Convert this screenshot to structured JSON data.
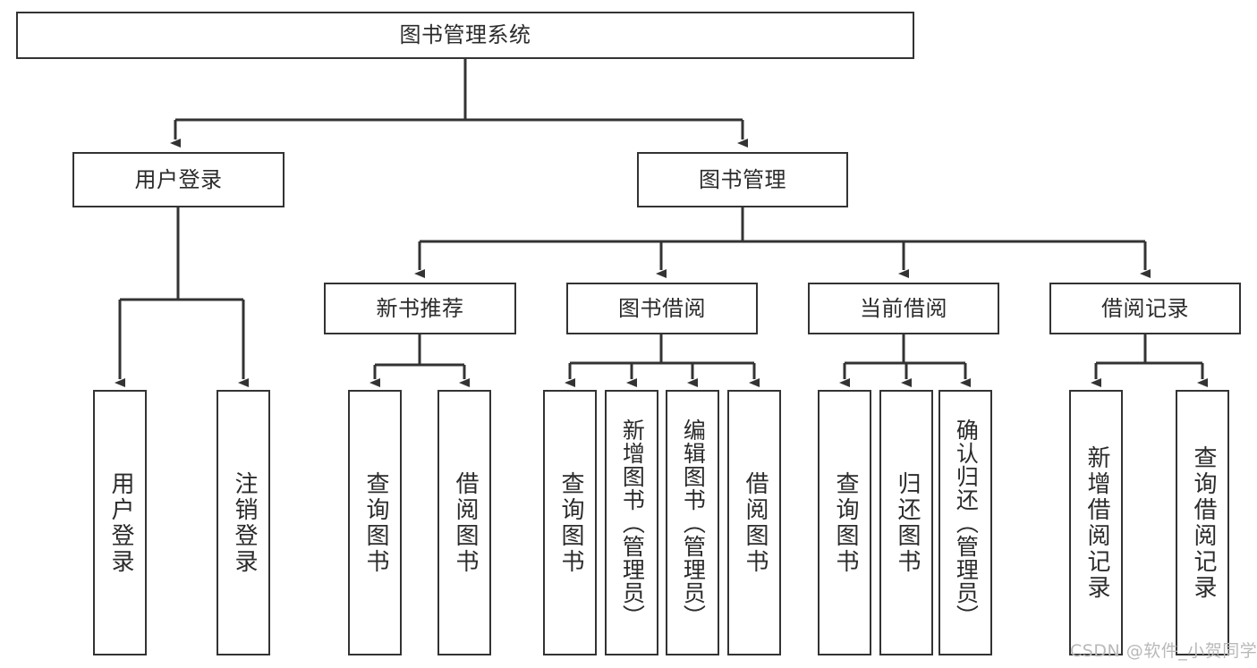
{
  "diagram": {
    "title": "图书管理系统",
    "type": "hierarchy-tree",
    "root": {
      "label": "图书管理系统"
    },
    "level2": [
      {
        "label": "用户登录"
      },
      {
        "label": "图书管理"
      }
    ],
    "level3": [
      {
        "label": "新书推荐"
      },
      {
        "label": "图书借阅"
      },
      {
        "label": "当前借阅"
      },
      {
        "label": "借阅记录"
      }
    ],
    "leaves": {
      "user_login": [
        {
          "label": "用户登录"
        },
        {
          "label": "注销登录"
        }
      ],
      "new_book_recommend": [
        {
          "label": "查询图书"
        },
        {
          "label": "借阅图书"
        }
      ],
      "book_borrow": [
        {
          "label": "查询图书"
        },
        {
          "label": "新增图书（管理员）"
        },
        {
          "label": "编辑图书（管理员）"
        },
        {
          "label": "借阅图书"
        }
      ],
      "current_borrow": [
        {
          "label": "查询图书"
        },
        {
          "label": "归还图书"
        },
        {
          "label": "确认归还（管理员）"
        }
      ],
      "borrow_record": [
        {
          "label": "新增借阅记录"
        },
        {
          "label": "查询借阅记录"
        }
      ]
    }
  },
  "watermark": {
    "text": "CSDN @软件_小贺同学"
  },
  "colors": {
    "stroke": "#333333",
    "text": "#2b2b2b",
    "background": "#ffffff",
    "watermark": "#b9b9b9"
  }
}
